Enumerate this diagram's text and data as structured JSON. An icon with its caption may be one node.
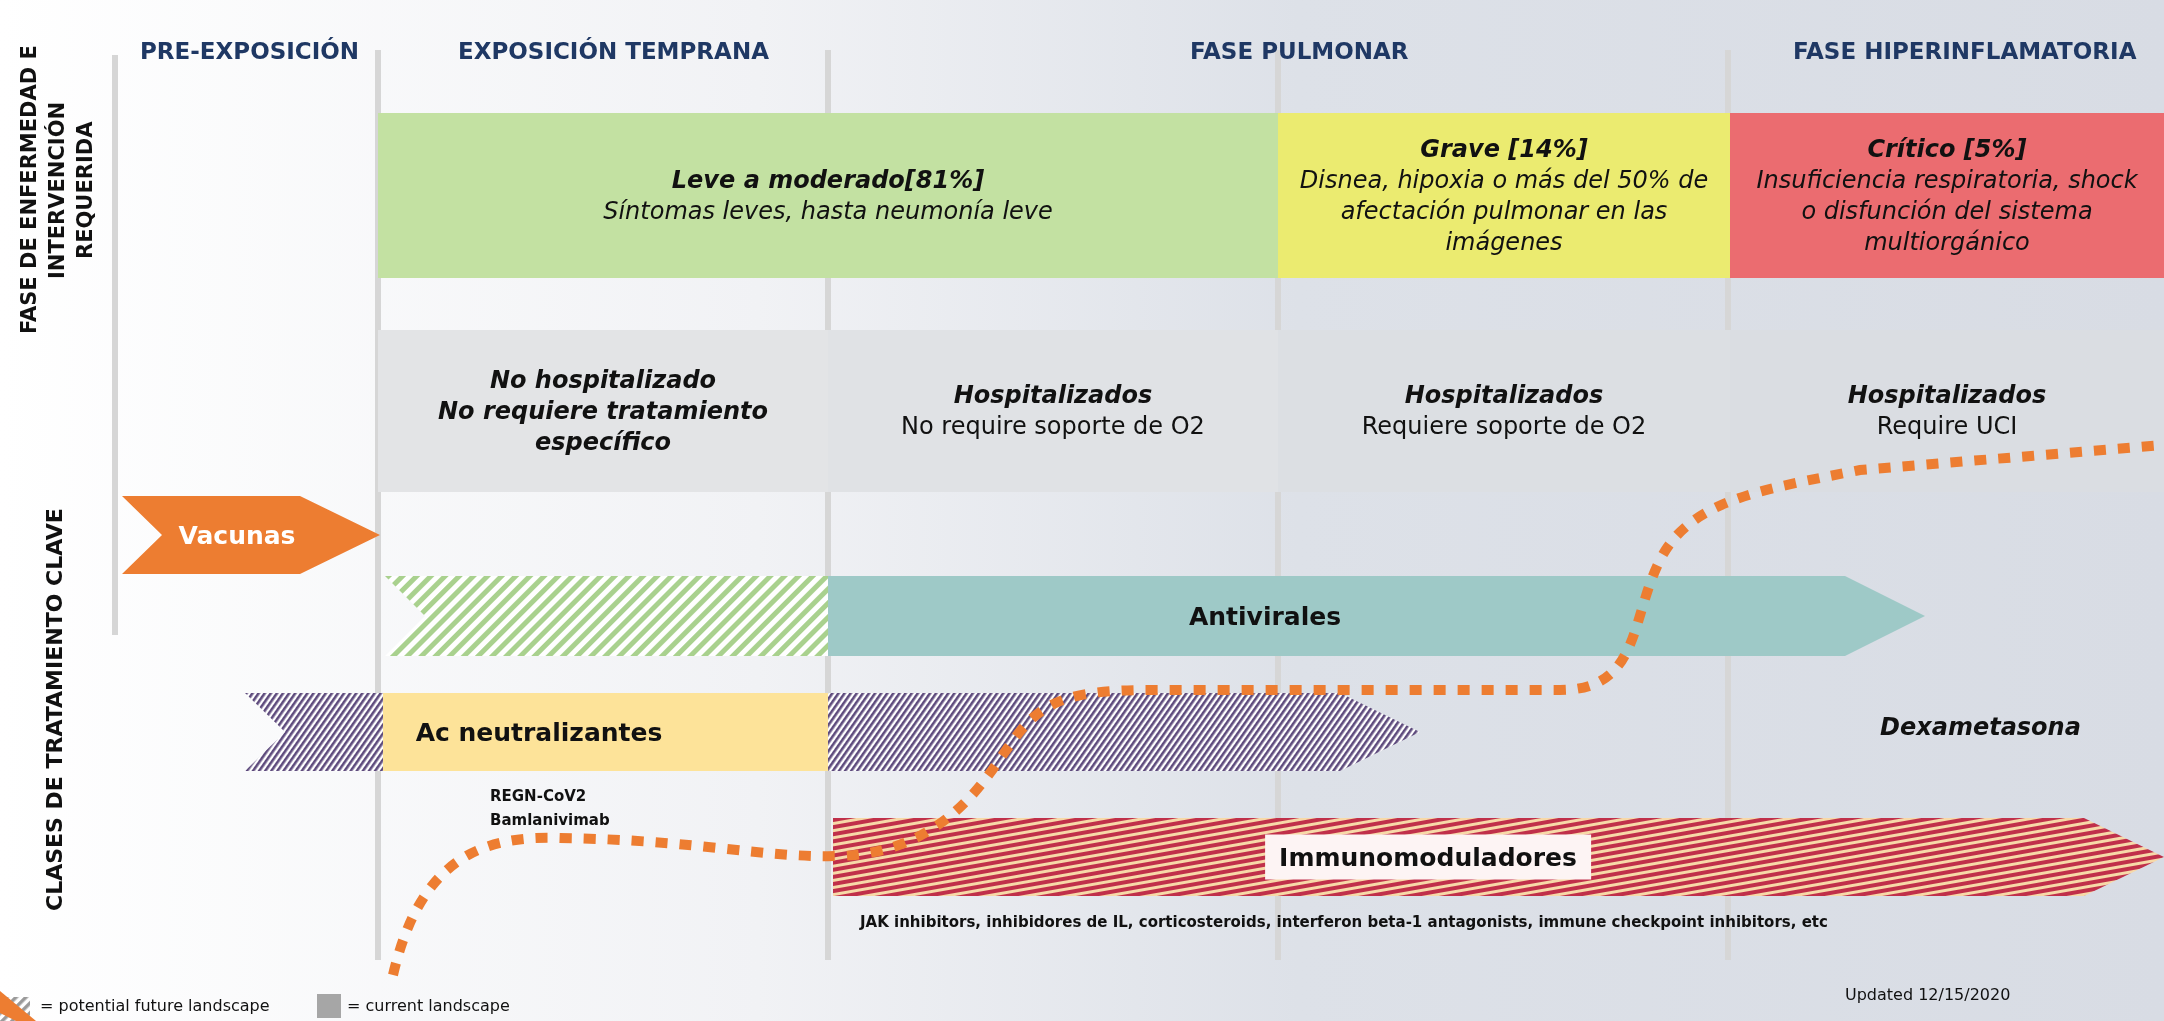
{
  "diagram": {
    "nodes": [
      {
        "text": [
          "Leve a moderado[81%]",
          "Síntomas leves, hasta neumonía leve"
        ]
      },
      {
        "text": [
          "Grave [14%]",
          "Disnea, hipoxia o más del 50% de afectación pulmonar en las imágenes"
        ]
      },
      {
        "text": [
          "Crítico [5%]",
          "Insuficiencia respiratoria, shock o disfunción del sistema multiorgánico"
        ]
      },
      {
        "text": [
          "No hospitalizado",
          "No requiere tratamiento específico"
        ]
      },
      {
        "text": [
          "Hospitalizados",
          "No require soporte de O2"
        ]
      },
      {
        "text": [
          "Hospitalizados",
          "Requiere soporte de O2"
        ]
      },
      {
        "text": [
          "Hospitalizados",
          "Require UCI"
        ]
      },
      {
        "text": [
          "Vacunas"
        ]
      },
      {
        "text": [
          "Antivirales"
        ]
      },
      {
        "text": [
          "Ac neutralizantes"
        ]
      },
      {
        "text": [
          "Immunomoduladores"
        ]
      }
    ],
    "labels": [
      "FASE DE ENFERMEDAD E INTERVENCIÓN REQUERIDA",
      "PRE-EXPOSICIÓN",
      "EXPOSICIÓN TEMPRANA",
      "FASE PULMONAR",
      "FASE HIPERINFLAMATORIA",
      "CLASES DE TRATAMIENTO CLAVE",
      "Dexametasona",
      "REGN-CoV2",
      "Bamlanivimab",
      "JAK inhibitors, inhibidores de IL, corticosteroids, interferon beta-1 antagonists, immune checkpoint inhibitors, etc",
      "Updated 12/15/2020"
    ],
    "legend": [
      {
        "text": "= potential future landscape"
      },
      {
        "text": "= current landscape",
        "color": "#a6a6a6"
      }
    ]
  }
}
